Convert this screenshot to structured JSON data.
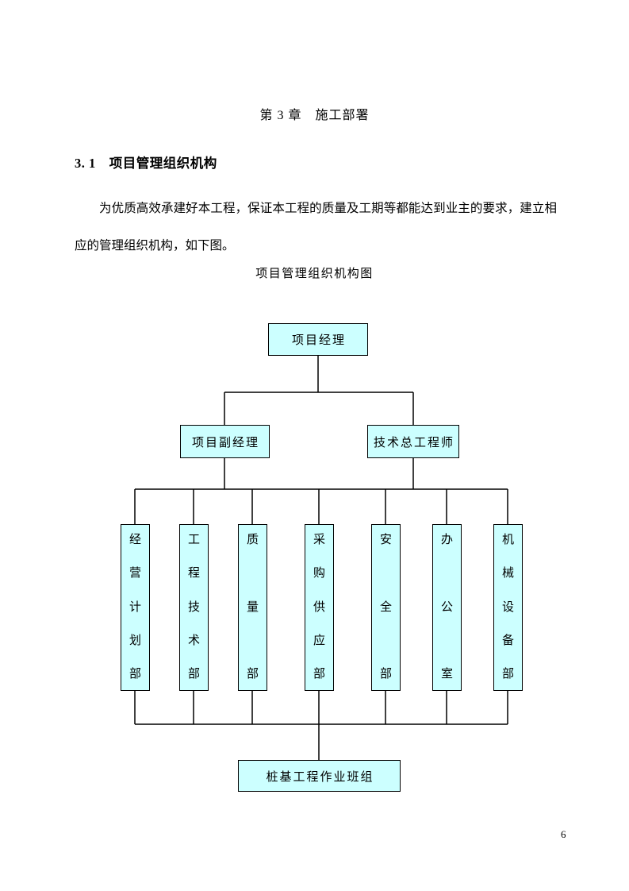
{
  "document": {
    "chapter_title": "第 3 章　施工部署",
    "section_heading": "3. 1　项目管理组织机构",
    "paragraph": "为优质高效承建好本工程，保证本工程的质量及工期等都能达到业主的要求，建立相应的管理组织机构，如下图。",
    "figure_title": "项目管理组织机构图",
    "page_number": "6"
  },
  "org_chart": {
    "top_label": "项目经理",
    "level2": [
      "项目副经理",
      "技术总工程师"
    ],
    "departments": [
      "经营计划部",
      "工程技术部",
      "质量部",
      "采购供应部",
      "安全部",
      "办公室",
      "机械设备部"
    ],
    "bottom_label": "桩基工程作业班组",
    "colors": {
      "box_fill": "#CCFFFF",
      "box_border": "#000000",
      "line": "#000000"
    }
  }
}
